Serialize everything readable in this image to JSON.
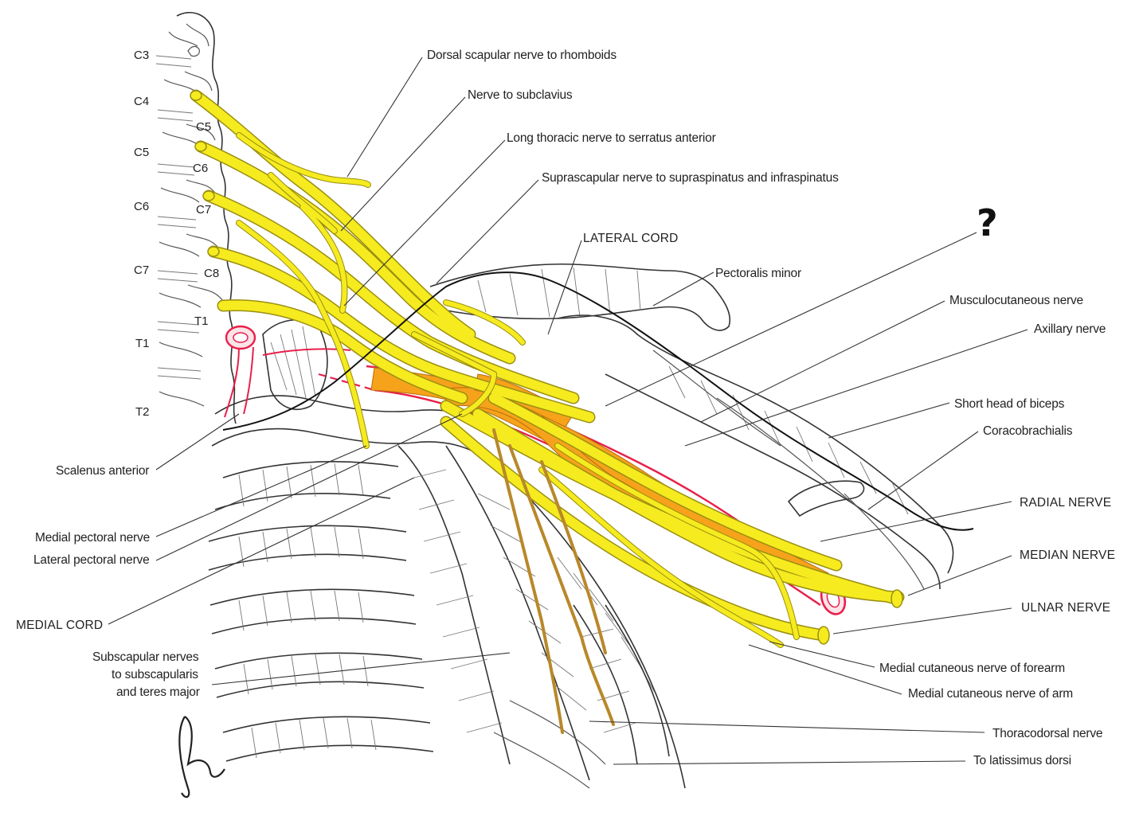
{
  "vertebrae": [
    "C3",
    "C4",
    "C5",
    "C6",
    "C7",
    "T1",
    "T2"
  ],
  "root_labels": [
    "C5",
    "C6",
    "C7",
    "C8",
    "T1"
  ],
  "question_mark": "?",
  "labels": {
    "dorsal_scapular": "Dorsal scapular nerve to rhomboids",
    "nerve_subclavius": "Nerve to subclavius",
    "long_thoracic": "Long thoracic nerve to serratus anterior",
    "suprascapular": "Suprascapular nerve to supraspinatus and infraspinatus",
    "lateral_cord": "LATERAL CORD",
    "pectoralis_minor": "Pectoralis minor",
    "musculocutaneous": "Musculocutaneous nerve",
    "axillary": "Axillary nerve",
    "short_head_biceps": "Short head of biceps",
    "coracobrachialis": "Coracobrachialis",
    "radial": "RADIAL NERVE",
    "median": "MEDIAN NERVE",
    "ulnar": "ULNAR NERVE",
    "med_cut_forearm": "Medial cutaneous nerve of forearm",
    "med_cut_arm": "Medial cutaneous nerve of arm",
    "thoracodorsal": "Thoracodorsal nerve",
    "latissimus": "To latissimus dorsi",
    "scalenus": "Scalenus anterior",
    "medial_pectoral": "Medial pectoral nerve",
    "lateral_pectoral": "Lateral pectoral nerve",
    "medial_cord": "MEDIAL CORD",
    "subscap_1": "Subscapular nerves",
    "subscap_2": "to subscapularis",
    "subscap_3": "and teres major"
  },
  "colors": {
    "nerve": "#F5EB1F",
    "nerve_outline": "#9A8F10",
    "cord": "#F7A21B",
    "artery": "#E8204A",
    "artery_fill": "#FBE3E8"
  }
}
